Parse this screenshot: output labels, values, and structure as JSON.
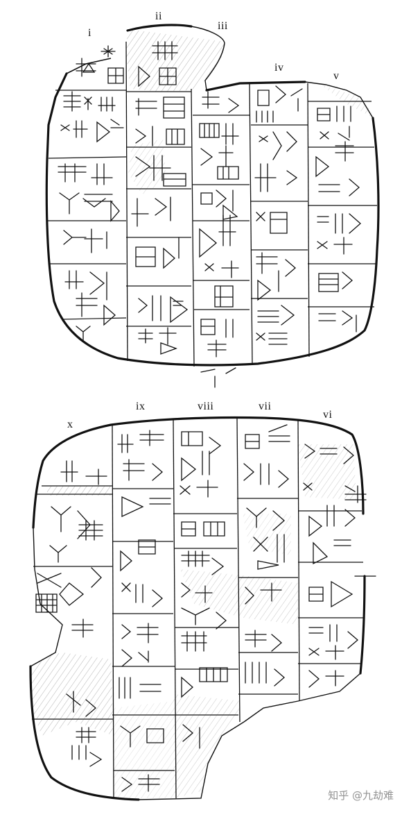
{
  "obverse": {
    "columns": [
      "i",
      "ii",
      "iii",
      "iv",
      "v"
    ]
  },
  "reverse": {
    "columns": [
      "x",
      "ix",
      "viii",
      "vii",
      "vi"
    ]
  },
  "watermark": {
    "text": "知乎 @九劫难"
  },
  "colors": {
    "ink": "#111111",
    "hatch": "#b8b8b8",
    "background": "#ffffff"
  }
}
